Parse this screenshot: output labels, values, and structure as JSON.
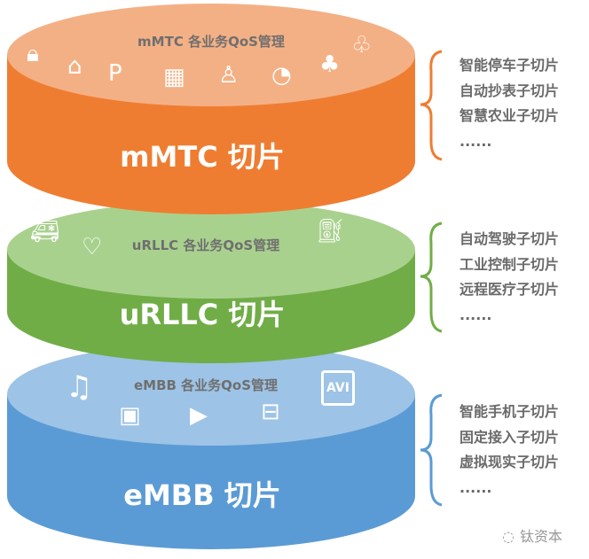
{
  "colors": {
    "mmtc_side": "#ef7d31",
    "mmtc_top": "#f4b085",
    "urllc_side": "#70ad47",
    "urllc_top": "#a9d18e",
    "embb_side": "#5b9bd5",
    "embb_top": "#9dc3e6"
  },
  "layers": [
    {
      "qos": "mMTC 各业务QoS管理",
      "label": "mMTC 切片",
      "items": [
        "智能停车子切片",
        "自动抄表子切片",
        "智慧农业子切片",
        "......"
      ]
    },
    {
      "qos": "uRLLC 各业务QoS管理",
      "label": "uRLLC 切片",
      "items": [
        "自动驾驶子切片",
        "工业控制子切片",
        "远程医疗子切片",
        "......"
      ]
    },
    {
      "qos": "eMBB 各业务QoS管理",
      "label": "eMBB 切片",
      "items": [
        "智能手机子切片",
        "固定接入子切片",
        "虚拟现实子切片",
        "......"
      ]
    }
  ],
  "watermark": "钛资本"
}
